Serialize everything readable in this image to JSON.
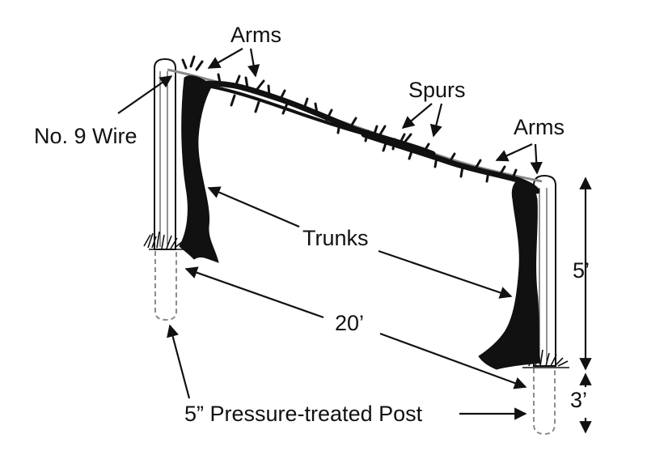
{
  "labels": {
    "arms_top": "Arms",
    "arms_right": "Arms",
    "spurs": "Spurs",
    "wire": "No. 9 Wire",
    "trunks": "Trunks",
    "span": "20’",
    "height_above": "5’",
    "height_below": "3’",
    "post": "5” Pressure-treated Post"
  },
  "colors": {
    "ink": "#111111",
    "wire": "#8a8a8a",
    "buried_post": "#8c8c8c",
    "post_fill": "#ffffff"
  }
}
